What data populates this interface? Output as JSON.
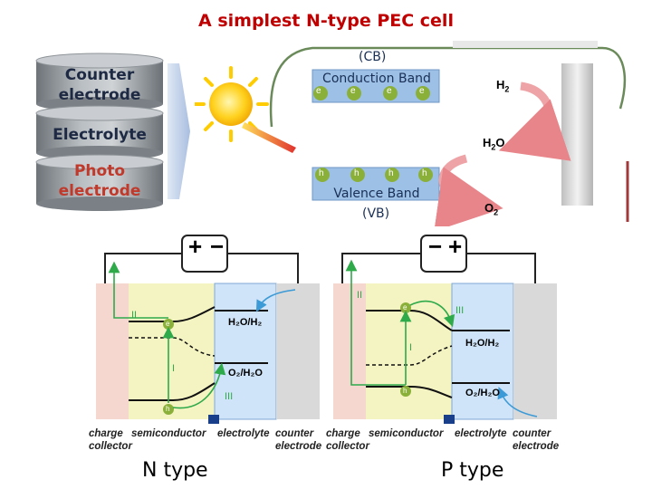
{
  "title": "A simplest N-type PEC cell",
  "stack": {
    "counter_electrode": "Counter\nelectrode",
    "electrolyte": "Electrolyte",
    "photo_electrode": "Photo\nelectrode"
  },
  "bands": {
    "cb_abbr": "(CB)",
    "conduction_band": "Conduction Band",
    "valence_band": "Valence Band",
    "vb_abbr": "(VB)",
    "electron": "e",
    "hole": "h",
    "h2": "H",
    "h2_sub": "2",
    "h2o": "H",
    "h2o_sub": "2",
    "h2o_o": "O",
    "o2": "O",
    "o2_sub": "2"
  },
  "diagrams": {
    "plus": "+",
    "minus": "−",
    "h2o_h2": "H₂O/H₂",
    "o2_h2o": "O₂/H₂O",
    "roman_1": "I",
    "roman_2": "II",
    "roman_3": "III",
    "e": "e",
    "h": "h",
    "labels": {
      "charge_collector": "charge\ncollector",
      "semiconductor": "semiconductor",
      "electrolyte": "electrolyte",
      "counter_electrode": "counter\nelectrode"
    }
  },
  "captions": {
    "n_type": "N type",
    "p_type": "P type"
  },
  "colors": {
    "title": "#c00000",
    "band_box": "#8fb5e0",
    "carrier_circle": "#8bb03a",
    "semiconductor": "#f4f3c2",
    "electrolyte_fill": "#cfe4f8",
    "collector": "#f6d7d0",
    "counter": "#d9d9d9",
    "arrow_green": "#2faa4a",
    "arrow_blue": "#3c9ad6"
  }
}
